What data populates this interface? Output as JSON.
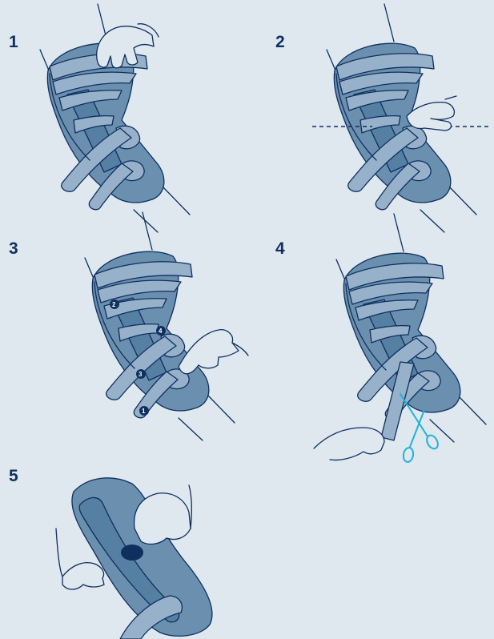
{
  "steps": [
    {
      "number": "1"
    },
    {
      "number": "2"
    },
    {
      "number": "3"
    },
    {
      "number": "4"
    },
    {
      "number": "5"
    }
  ],
  "strap_markers": [
    "1",
    "2",
    "3",
    "4"
  ],
  "colors": {
    "background": "#dfe7ef",
    "outline": "#0f2f5e",
    "shell": "#6b8fae",
    "strap": "#96b1c9",
    "scissors": "#1fb3d6"
  }
}
